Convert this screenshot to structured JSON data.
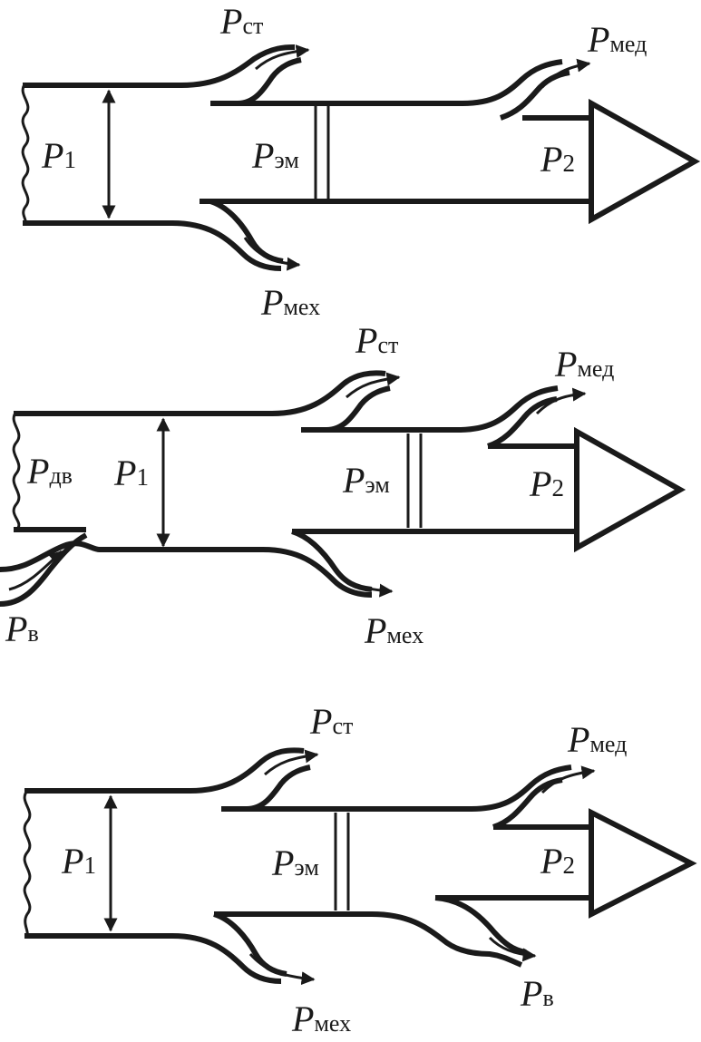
{
  "diagrams": [
    {
      "labels": {
        "p_st": {
          "symbol": "P",
          "sub": "ст"
        },
        "p_med": {
          "symbol": "P",
          "sub": "мед"
        },
        "p1": {
          "symbol": "P",
          "sub": "1"
        },
        "p_em": {
          "symbol": "P",
          "sub": "эм"
        },
        "p2": {
          "symbol": "P",
          "sub": "2"
        },
        "p_mekh": {
          "symbol": "P",
          "sub": "мех"
        }
      }
    },
    {
      "labels": {
        "p_st": {
          "symbol": "P",
          "sub": "ст"
        },
        "p_med": {
          "symbol": "P",
          "sub": "мед"
        },
        "p_dv": {
          "symbol": "P",
          "sub": "дв"
        },
        "p1": {
          "symbol": "P",
          "sub": "1"
        },
        "p_em": {
          "symbol": "P",
          "sub": "эм"
        },
        "p2": {
          "symbol": "P",
          "sub": "2"
        },
        "p_v": {
          "symbol": "P",
          "sub": "в"
        },
        "p_mekh": {
          "symbol": "P",
          "sub": "мех"
        }
      }
    },
    {
      "labels": {
        "p_st": {
          "symbol": "P",
          "sub": "ст"
        },
        "p_med": {
          "symbol": "P",
          "sub": "мед"
        },
        "p1": {
          "symbol": "P",
          "sub": "1"
        },
        "p_em": {
          "symbol": "P",
          "sub": "эм"
        },
        "p2": {
          "symbol": "P",
          "sub": "2"
        },
        "p_v": {
          "symbol": "P",
          "sub": "в"
        },
        "p_mekh": {
          "symbol": "P",
          "sub": "мех"
        }
      }
    }
  ]
}
